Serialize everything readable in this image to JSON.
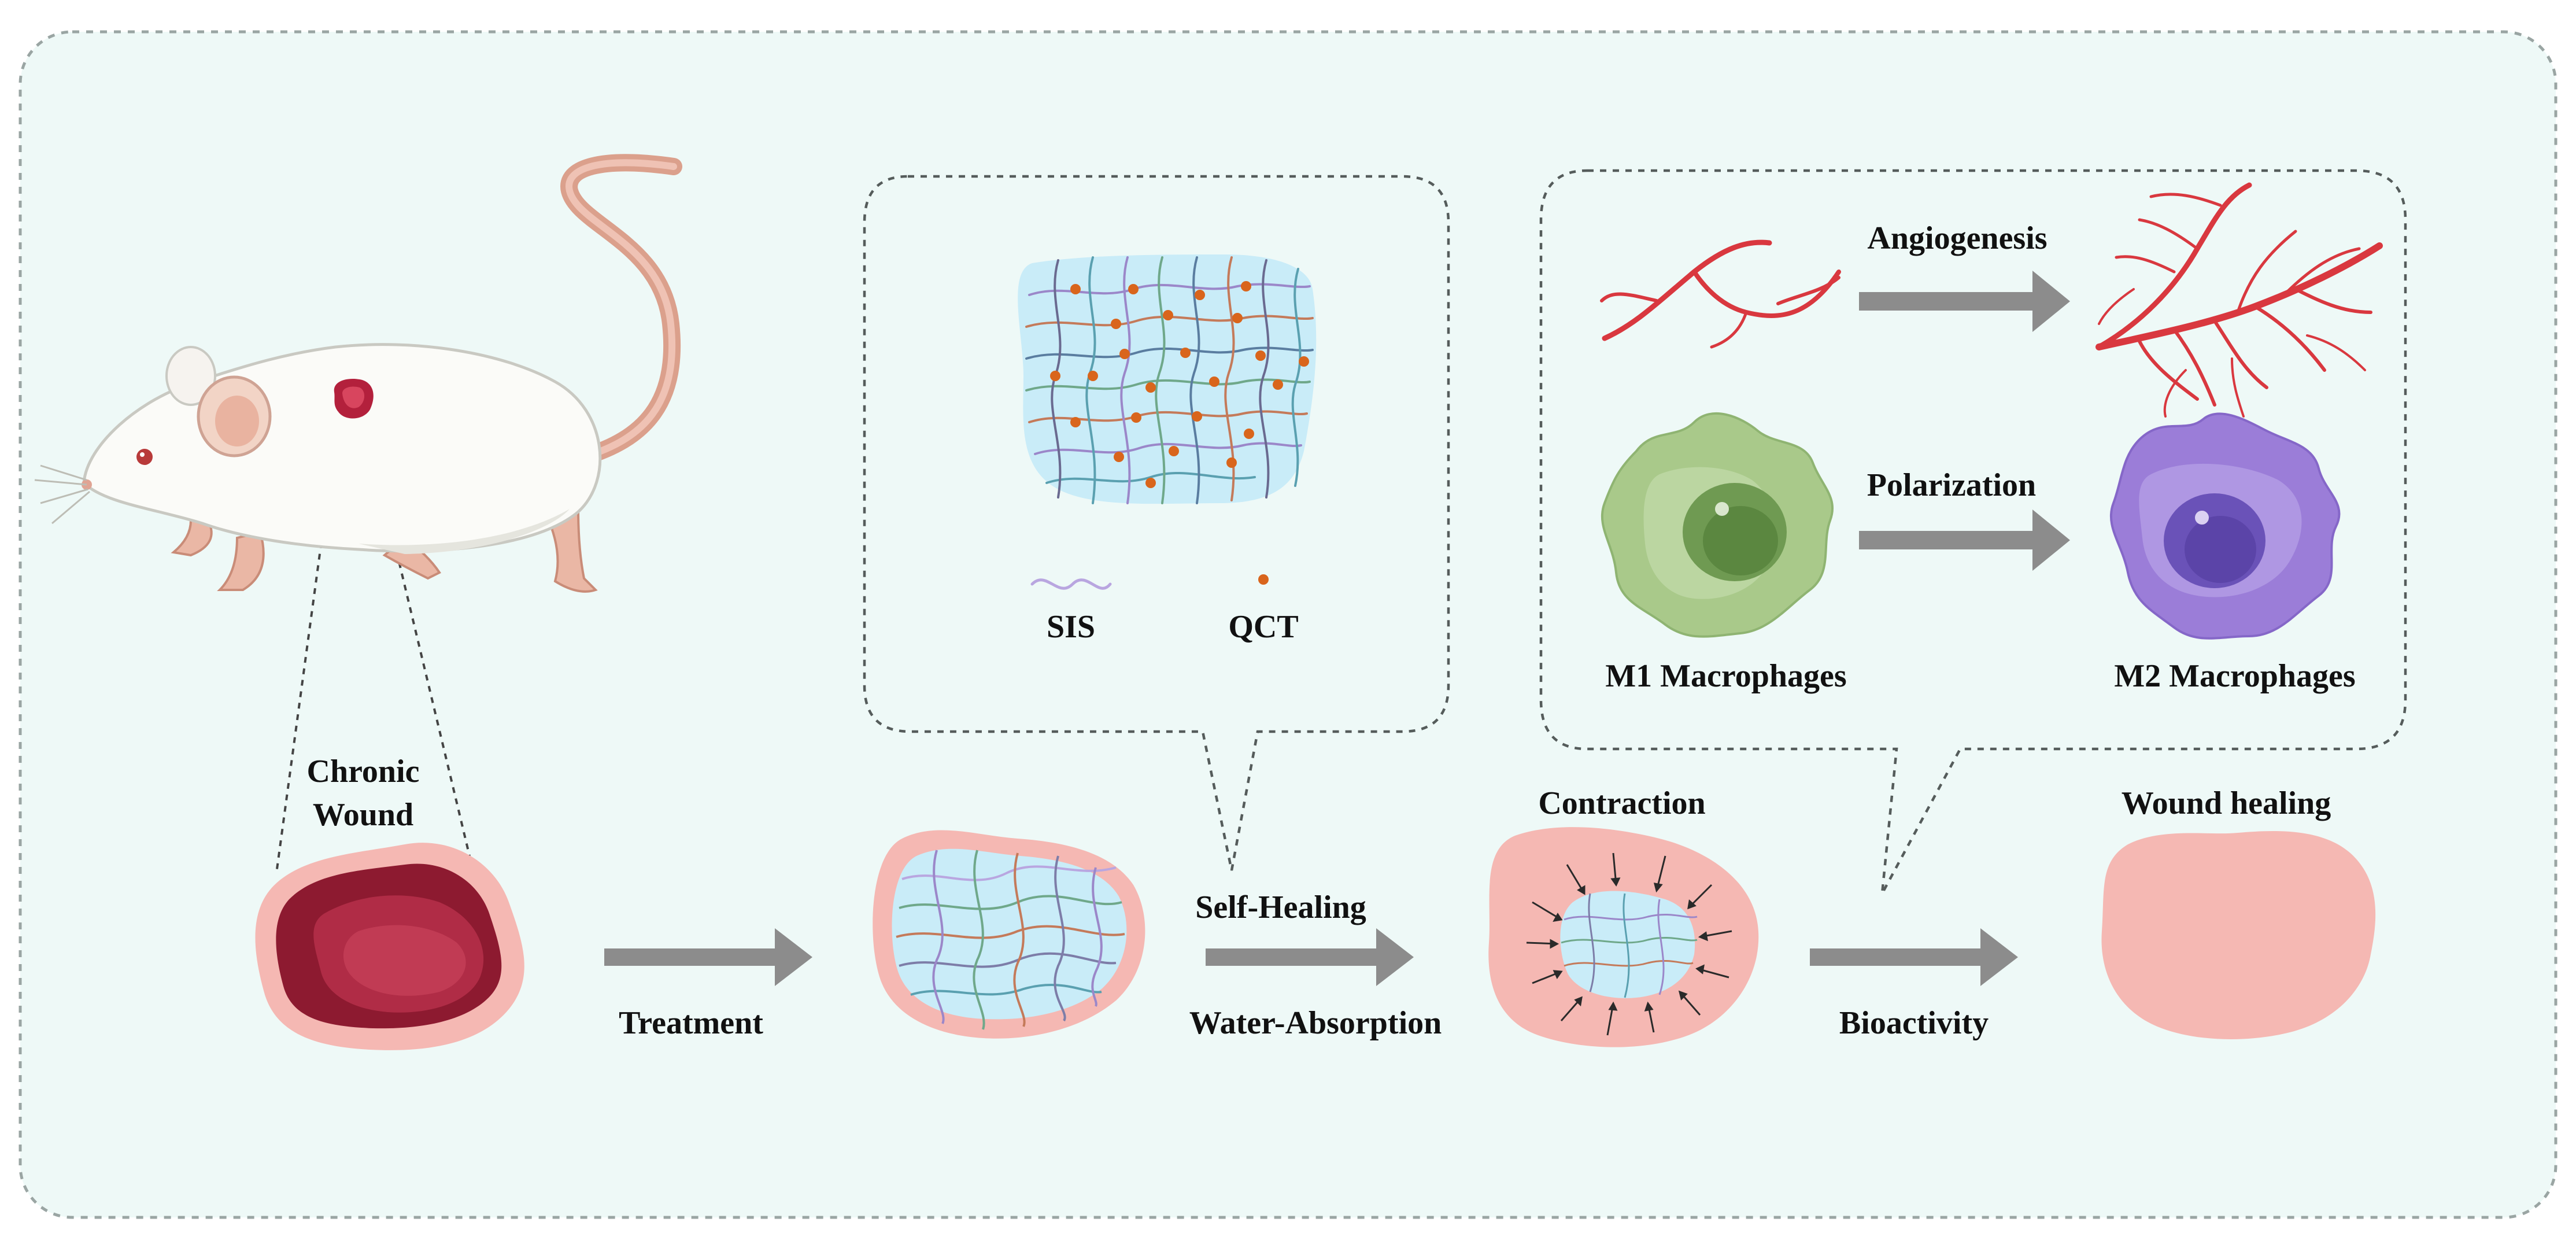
{
  "colors": {
    "panel_fill": "#eef9f7",
    "panel_border": "#9aa5a3",
    "arrow": "#8c8c8c",
    "wound_outer": "#f5b8b3",
    "wound_inner": "#9e1e35",
    "wound_mid": "#c13650",
    "hydrogel": "#c9ecf8",
    "vessel": "#d9383f",
    "m1_cell": "#a9c98a",
    "m1_nucleus": "#6f9a52",
    "m2_cell": "#9b7dd8",
    "m2_nucleus": "#6a52b8",
    "sis_fiber": "#b9a6e0",
    "qct_dot": "#d9651c",
    "mouse_body": "#fbfbf8",
    "mouse_tail": "#e2a896"
  },
  "labels": {
    "chronic_wound": [
      "Chronic",
      "Wound"
    ],
    "treatment": "Treatment",
    "self_healing": "Self-Healing",
    "water_absorption": "Water-Absorption",
    "contraction": "Contraction",
    "bioactivity": "Bioactivity",
    "wound_healing": "Wound healing",
    "sis": "SIS",
    "qct": "QCT",
    "angiogenesis": "Angiogenesis",
    "polarization": "Polarization",
    "m1_macrophages": "M1 Macrophages",
    "m2_macrophages": "M2 Macrophages"
  },
  "icons": {
    "mouse": "mouse-illustration",
    "chronic_wound": "chronic-wound-icon",
    "treated_wound": "hydrogel-wound-icon",
    "contracting_wound": "contracting-wound-icon",
    "healed_wound": "healed-wound-icon",
    "hydrogel_network": "hydrogel-network-icon",
    "vessel_sparse": "sparse-vessel-icon",
    "vessel_dense": "dense-vessel-icon",
    "m1_cell": "m1-macrophage-icon",
    "m2_cell": "m2-macrophage-icon"
  }
}
